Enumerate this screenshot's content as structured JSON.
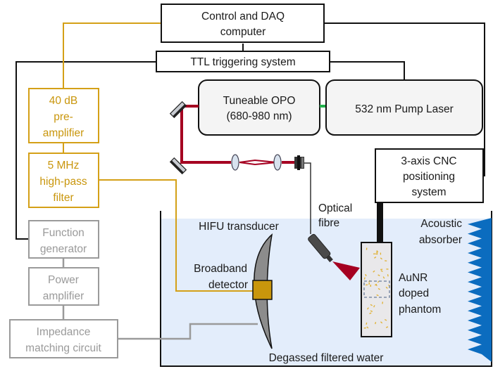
{
  "colors": {
    "signal_line": "#d4a017",
    "control_line": "#111111",
    "hifu_chain": "#9a9a9a",
    "laser_beam": "#a50021",
    "pump_beam": "#22b14c",
    "water": "#e3edfb",
    "absorber": "#0b6cbf",
    "detector": "#c9960c",
    "nanorods": "#e0b030"
  },
  "blocks": {
    "computer": [
      "Control and DAQ",
      "computer"
    ],
    "ttl": [
      "TTL triggering system"
    ],
    "opo": [
      "Tuneable OPO",
      "(680-980 nm)"
    ],
    "pump": [
      "532 nm Pump Laser"
    ],
    "preamp": [
      "40 dB",
      "pre-",
      "amplifier"
    ],
    "filter": [
      "5 MHz",
      "high-pass",
      "filter"
    ],
    "cnc": [
      "3-axis CNC",
      "positioning",
      "system"
    ],
    "function_gen": [
      "Function",
      "generator"
    ],
    "power_amp": [
      "Power",
      "amplifier"
    ],
    "impedance": [
      "Impedance",
      "matching circuit"
    ]
  },
  "labels": {
    "optical_fibre": [
      "Optical",
      "fibre"
    ],
    "hifu_transducer": "HIFU transducer",
    "broadband_detector": [
      "Broadband",
      "detector"
    ],
    "acoustic_absorber": [
      "Acoustic",
      "absorber"
    ],
    "phantom": [
      "AuNR",
      "doped",
      "phantom"
    ],
    "water": "Degassed filtered water"
  }
}
